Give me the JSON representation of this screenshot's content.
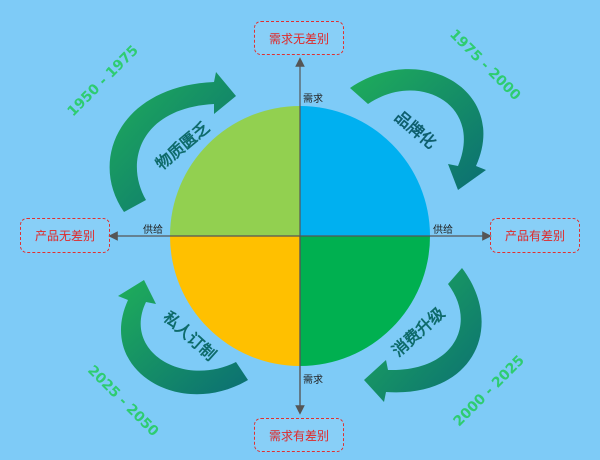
{
  "axes": {
    "top_label": "需求无差别",
    "bottom_label": "需求有差别",
    "left_label": "产品无差别",
    "right_label": "产品有差别",
    "vertical_axis_name": "需求",
    "horizontal_axis_name": "供给"
  },
  "quadrants": [
    {
      "position": "top-left",
      "name": "物质匮乏",
      "period": "1950 - 1975",
      "color": "#92d050"
    },
    {
      "position": "top-right",
      "name": "品牌化",
      "period": "1975 - 2000",
      "color": "#00b0f0"
    },
    {
      "position": "bottom-right",
      "name": "消费升级",
      "period": "2000 - 2025",
      "color": "#00b050"
    },
    {
      "position": "bottom-left",
      "name": "私人订制",
      "period": "2025 - 2050",
      "color": "#ffc000"
    }
  ],
  "colors": {
    "background": "#7ecbf7",
    "arrow_light": "#1db954",
    "arrow_dark": "#0d7a6e",
    "period_text": "#2ecc71",
    "dashed_border": "#e03030"
  }
}
